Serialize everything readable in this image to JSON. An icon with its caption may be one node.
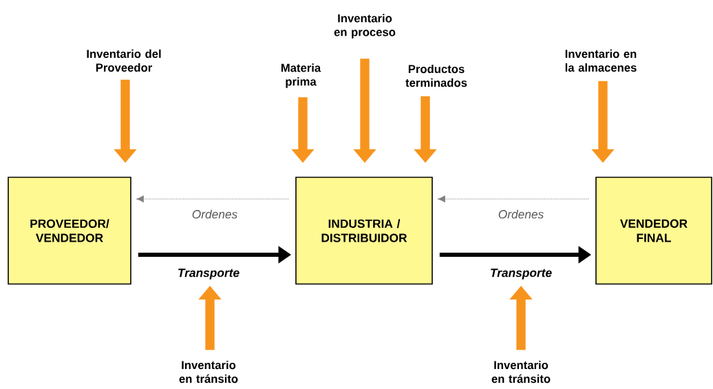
{
  "diagram": {
    "nodes": [
      {
        "text": [
          "PROVEEDOR/ VENDEDOR"
        ]
      },
      {
        "text": [
          "INDUSTRIA / DISTRIBUIDOR"
        ]
      },
      {
        "text": [
          "VENDEDOR FINAL"
        ]
      },
      {
        "text": [
          "Inventario del Proveedor"
        ]
      },
      {
        "text": [
          "Inventario en proceso"
        ]
      },
      {
        "text": [
          "Materia prima"
        ]
      },
      {
        "text": [
          "Productos terminados"
        ]
      },
      {
        "text": [
          "Inventario en la almacenes"
        ]
      },
      {
        "text": [
          "Inventario en tránsito"
        ]
      },
      {
        "text": [
          "Inventario en tránsito"
        ]
      }
    ],
    "edges": [
      {
        "from": 1,
        "to": 0,
        "arrow": "to",
        "label": "Ordenes",
        "style": "dashed",
        "color": "#808080"
      },
      {
        "from": 0,
        "to": 1,
        "arrow": "to",
        "label": "Transporte",
        "color": "#000000"
      },
      {
        "from": 2,
        "to": 1,
        "arrow": "to",
        "label": "Ordenes",
        "style": "dashed",
        "color": "#808080"
      },
      {
        "from": 1,
        "to": 2,
        "arrow": "to",
        "label": "Transporte",
        "color": "#000000"
      },
      {
        "from": 3,
        "to": 0,
        "arrow": "to"
      },
      {
        "from": 5,
        "to": 1,
        "arrow": "to"
      },
      {
        "from": 4,
        "to": 1,
        "arrow": "to"
      },
      {
        "from": 6,
        "to": 1,
        "arrow": "to"
      },
      {
        "from": 7,
        "to": 2,
        "arrow": "to"
      },
      {
        "from": 8,
        "to": null,
        "arrow": "to"
      },
      {
        "from": 9,
        "to": null,
        "arrow": "to"
      }
    ]
  }
}
